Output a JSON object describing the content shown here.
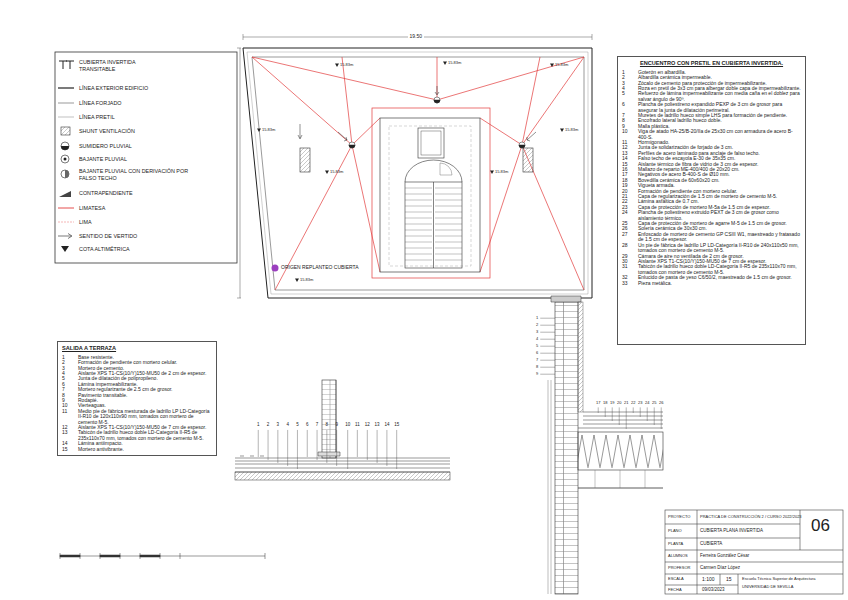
{
  "diagram": {
    "nodes": [
      {
        "text": [
          "ENCUENTRO CON PRETIL EN CUBIERTA INVERTIDA.",
          "1",
          "Goterón en albardilla.",
          "2",
          "Albardilla cerámica impermeable.",
          "3",
          "Zócalo de cemento para protección de impermeabilizante.",
          "4",
          "Roza en pretil de 3x3 cm para albergar doble capa de impermeabilizante.",
          "5",
          "Refuerzo de lámina impermeabilizante con media caña en el doblez para salvar ángulo de 90º.",
          "6",
          "Plancha de poliestireno expandido PEXP de 3 cm de grosor para asegurar la junta de dilatación perimetral.",
          "7",
          "Muretes de ladrillo hueco simple LHS para formación de pendiente.",
          "8",
          "Encofrado lateral ladrillo hueco doble.",
          "9",
          "Malla plástica.",
          "10",
          "Viga de atado HA-25/B-20/IIa de 25x30 cm con armadura de acero B-400-S.",
          "11",
          "Hormigonado.",
          "12",
          "Junta de solidarización de forjado de 3 cm.",
          "13",
          "Perfiles de acero laminado para anclaje de falso techo.",
          "14",
          "Falso techo de escayola E-30 de 35x35 cm.",
          "15",
          "Aislante térmico de fibra de vidrio de 3 cm de espesor.",
          "16",
          "Mallazo de reparto ME-400/400 de 20x20 cm.",
          "17",
          "Negativos de acero B-400-S de Ø10 mm.",
          "18",
          "Bovedilla cerámica de 60x60x20 cm.",
          "19",
          "Vigueta armada.",
          "20",
          "Formación de pendiente con mortero celular.",
          "21",
          "Capa de regularización de 1.5 cm de mortero de cemento M-5.",
          "22",
          "Lámina asfáltica de 0.7 cm.",
          "23",
          "Capa de protección de mortero M-5a de 1.5 cm de espesor.",
          "24",
          "Plancha de poliestireno extruido PEXT de 3 cm de grosor como aislamiento térmico.",
          "25",
          "Capa de protección de mortero de agarre M-5 de 1.5 cm de grosor.",
          "26",
          "Solería cerámica de 30x30 cm.",
          "27",
          "Enfoscado de mortero de cemento GP CSIII W1, maestreado y fratasado de 1.5 cm de espesor.",
          "28",
          "Un pie de fábrica de ladrillo LP LD-Categoría II-R10 de 240x110x50 mm, tomados con mortero de cemento M-5.",
          "29",
          "Cámara de aire no ventilada de 2 cm de grosor.",
          "30",
          "Aislante XPS T1-CS(10/Y)150-MU50 de 7 cm de espesor.",
          "31",
          "Tabicón de ladrillo hueco doble LD-Categoría II-R5 de 235x110x70 mm, tomados con mortero de cemento M-5.",
          "32",
          "Enlucido de pasta de yeso C6/50/2, maestreado de 1.5 cm de grosor.",
          "33",
          "Pieza metálica."
        ]
      },
      {
        "text": [
          "SALIDA A TERRAZA",
          "1",
          "Base resistente.",
          "2",
          "Formación de pendiente con mortero celular.",
          "3",
          "Mortero de cemento.",
          "4",
          "Aislante XPS T1-CS(10/Y)150-MU50 de 2 cm de espesor.",
          "5",
          "Junta de dilatación de polipropileno.",
          "6",
          "Lámina impermeabilizante.",
          "7",
          "Mortero regularizante de 2.5 cm de grosor.",
          "8",
          "Pavimento transitable.",
          "9",
          "Rodapié.",
          "10",
          "Vierteaguas.",
          "11",
          "Medio pie de fábrica mesturada de ladrillo LP LD-Categoría II-R10 de 120x110x90 mm, tomados con mortero de cemento M-5.",
          "12",
          "Aislante XPS T1-CS(10/Y)150-MU50 de 7 cm de espesor.",
          "13",
          "Tabicón de ladrillo hueco doble LD-Categoría II-R5 de 235x110x70 mm, tomados con mortero de cemento M-5.",
          "14",
          "Lámina antiimpacto.",
          "15",
          "Mortero antivibrante."
        ]
      }
    ],
    "labels": [
      "19.50",
      "ORIGEN REPLANTEO CUBIERTA",
      "15.83m",
      "15.83m",
      "15.83m",
      "15.83m",
      "15.83m",
      "15.83m",
      "15.83m",
      "15.83m",
      "PROYECTO",
      "PRÁCTICA DE CONSTRUCCIÓN 2 / CURSO 2022/2023",
      "PLANO",
      "CUBIERTA PLANA INVERTIDA",
      "PLANTA",
      "CUBIERTA",
      "ALUMNOS",
      "Ferreira González César",
      "PROFESOR",
      "Carmen Díaz López",
      "ESCALA",
      "1:100",
      "15",
      "FECHA",
      "09/03/2023",
      "Escuela Técnica Superior de Arquitectura",
      "UNIVERSIDAD DE SEVILLA",
      "06",
      "1",
      "2",
      "3",
      "4",
      "5",
      "6",
      "7",
      "8",
      "9",
      "10",
      "11",
      "12",
      "13",
      "14",
      "15",
      "17",
      "18",
      "19",
      "20",
      "21",
      "22",
      "23",
      "24",
      "25",
      "26",
      "1",
      "2",
      "3",
      "4",
      "5",
      "6",
      "7",
      "8",
      "9"
    ],
    "legend": [
      {
        "text": "CUBIERTA INVERTIDA TRANSITABLE"
      },
      {
        "text": "LÍNEA EXTERIOR EDIFICIO"
      },
      {
        "text": "LÍNEA FORJADO"
      },
      {
        "text": "LÍNEA PRETIL"
      },
      {
        "text": "SHUNT VENTILACIÓN"
      },
      {
        "text": "SUMIDERO PLUVIAL"
      },
      {
        "text": "BAJANTE PLUVIAL"
      },
      {
        "text": "BAJANTE PLUVIAL CON DERIVACIÓN POR FALSO TECHO"
      },
      {
        "text": "CONTRAPENDIENTE"
      },
      {
        "text": "LIMATESA"
      },
      {
        "text": "LIMA"
      },
      {
        "text": "SENTIDO DE VERTIDO"
      },
      {
        "text": "COTA ALTIMÉTRICA"
      }
    ]
  }
}
